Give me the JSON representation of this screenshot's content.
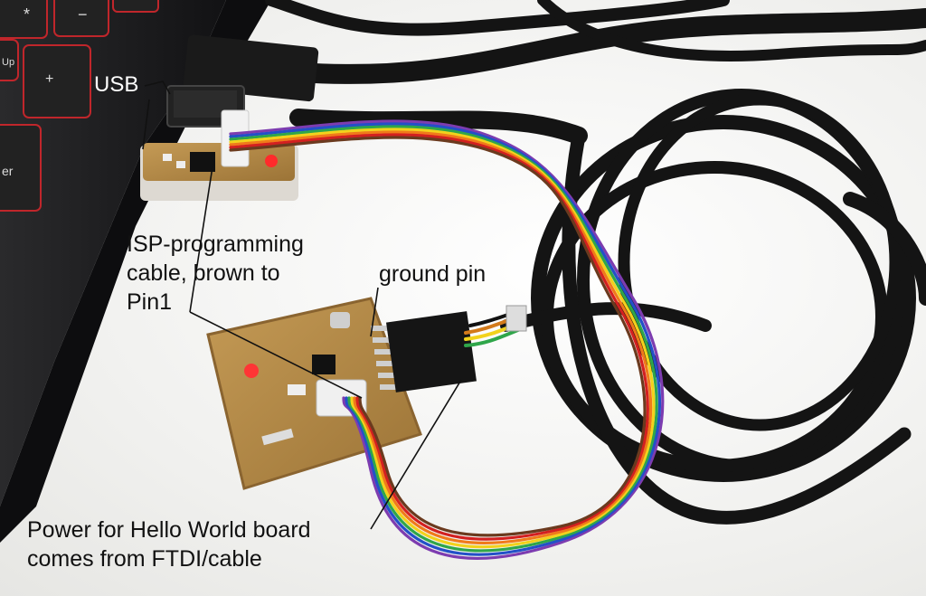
{
  "labels": {
    "usb": "USB",
    "isp_cable": "ISP-programming\ncable, brown to\nPin1",
    "ground_pin": "ground pin",
    "power_note": "Power for Hello World board\ncomes from FTDI/cable"
  },
  "colors": {
    "table": "#f2f2f0",
    "laptop": "#1c1c1e",
    "key_backlight": "#c0262b",
    "pcb_copper": "#b48a4a",
    "cable_black": "#141414",
    "ribbon": [
      "#6b3a1e",
      "#d32020",
      "#f07a1a",
      "#f2d21c",
      "#2fa64a",
      "#2350c8",
      "#7d3cb0",
      "#8a8a8a",
      "#ffffff",
      "#222222"
    ]
  },
  "keyboard_keys": [
    "*",
    "−",
    "+",
    "Up",
    "er"
  ]
}
